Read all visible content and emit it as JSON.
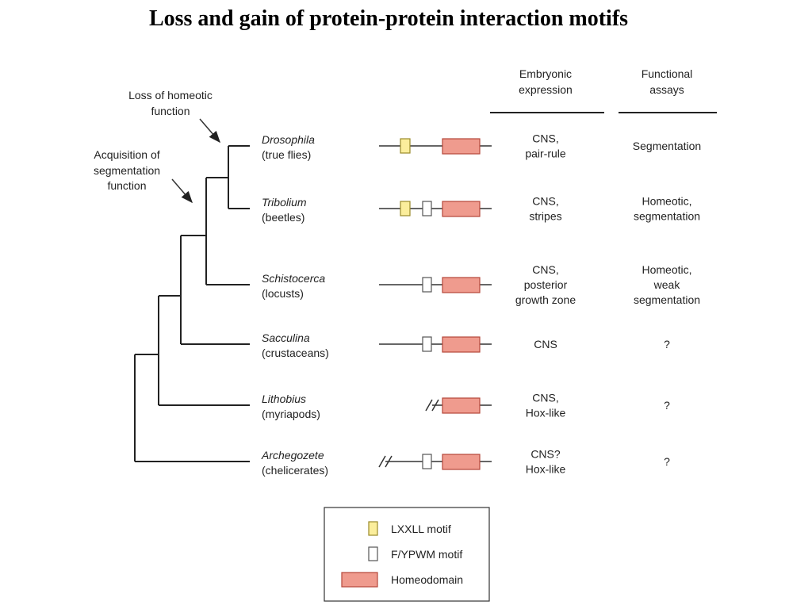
{
  "title": "Loss and gain of protein-protein interaction motifs",
  "annotations": {
    "loss": [
      "Loss of homeotic",
      "function"
    ],
    "acquisition": [
      "Acquisition of",
      "segmentation",
      "function"
    ]
  },
  "headers": {
    "embryonic": [
      "Embryonic",
      "expression"
    ],
    "functional": [
      "Functional",
      "assays"
    ]
  },
  "taxa": [
    {
      "genus": "Drosophila",
      "group": "(true flies)",
      "motifs": [
        "lxxll"
      ],
      "break": false,
      "expression": [
        "CNS,",
        "pair-rule"
      ],
      "assay": [
        "Segmentation"
      ]
    },
    {
      "genus": "Tribolium",
      "group": "(beetles)",
      "motifs": [
        "lxxll",
        "fypwm"
      ],
      "break": false,
      "expression": [
        "CNS,",
        "stripes"
      ],
      "assay": [
        "Homeotic,",
        "segmentation"
      ]
    },
    {
      "genus": "Schistocerca",
      "group": "(locusts)",
      "motifs": [
        "fypwm"
      ],
      "break": false,
      "expression": [
        "CNS,",
        "posterior",
        "growth zone"
      ],
      "assay": [
        "Homeotic,",
        "weak",
        "segmentation"
      ]
    },
    {
      "genus": "Sacculina",
      "group": "(crustaceans)",
      "motifs": [
        "fypwm"
      ],
      "break": false,
      "expression": [
        "CNS"
      ],
      "assay": [
        "?"
      ]
    },
    {
      "genus": "Lithobius",
      "group": "(myriapods)",
      "motifs": [],
      "break": true,
      "expression": [
        "CNS,",
        "Hox-like"
      ],
      "assay": [
        "?"
      ]
    },
    {
      "genus": "Archegozete",
      "group": "(chelicerates)",
      "motifs": [
        "fypwm"
      ],
      "break": true,
      "expression": [
        "CNS?",
        "Hox-like"
      ],
      "assay": [
        "?"
      ]
    }
  ],
  "legend": [
    {
      "key": "lxxll",
      "label": "LXXLL motif"
    },
    {
      "key": "fypwm",
      "label": "F/YPWM motif"
    },
    {
      "key": "homeodomain",
      "label": "Homeodomain"
    }
  ],
  "colors": {
    "lxxll": "#fbee9c",
    "homeodomain": "#ef9b8e",
    "fypwm": "#ffffff"
  }
}
